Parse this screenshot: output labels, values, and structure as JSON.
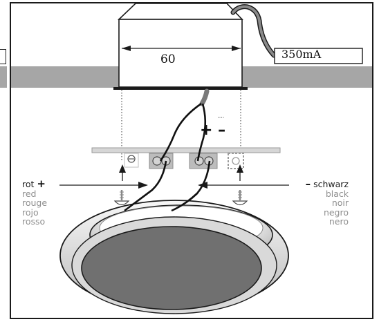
{
  "dimension": {
    "width_label": "60"
  },
  "power": {
    "current_label": "350mA",
    "polarity_label": "+ –"
  },
  "wiring": {
    "left": {
      "sign": "+",
      "primary": "rot",
      "translations": [
        "red",
        "rouge",
        "rojo",
        "rosso"
      ]
    },
    "right": {
      "sign": "–",
      "primary": "schwarz",
      "translations": [
        "black",
        "noir",
        "negro",
        "nero"
      ]
    }
  }
}
